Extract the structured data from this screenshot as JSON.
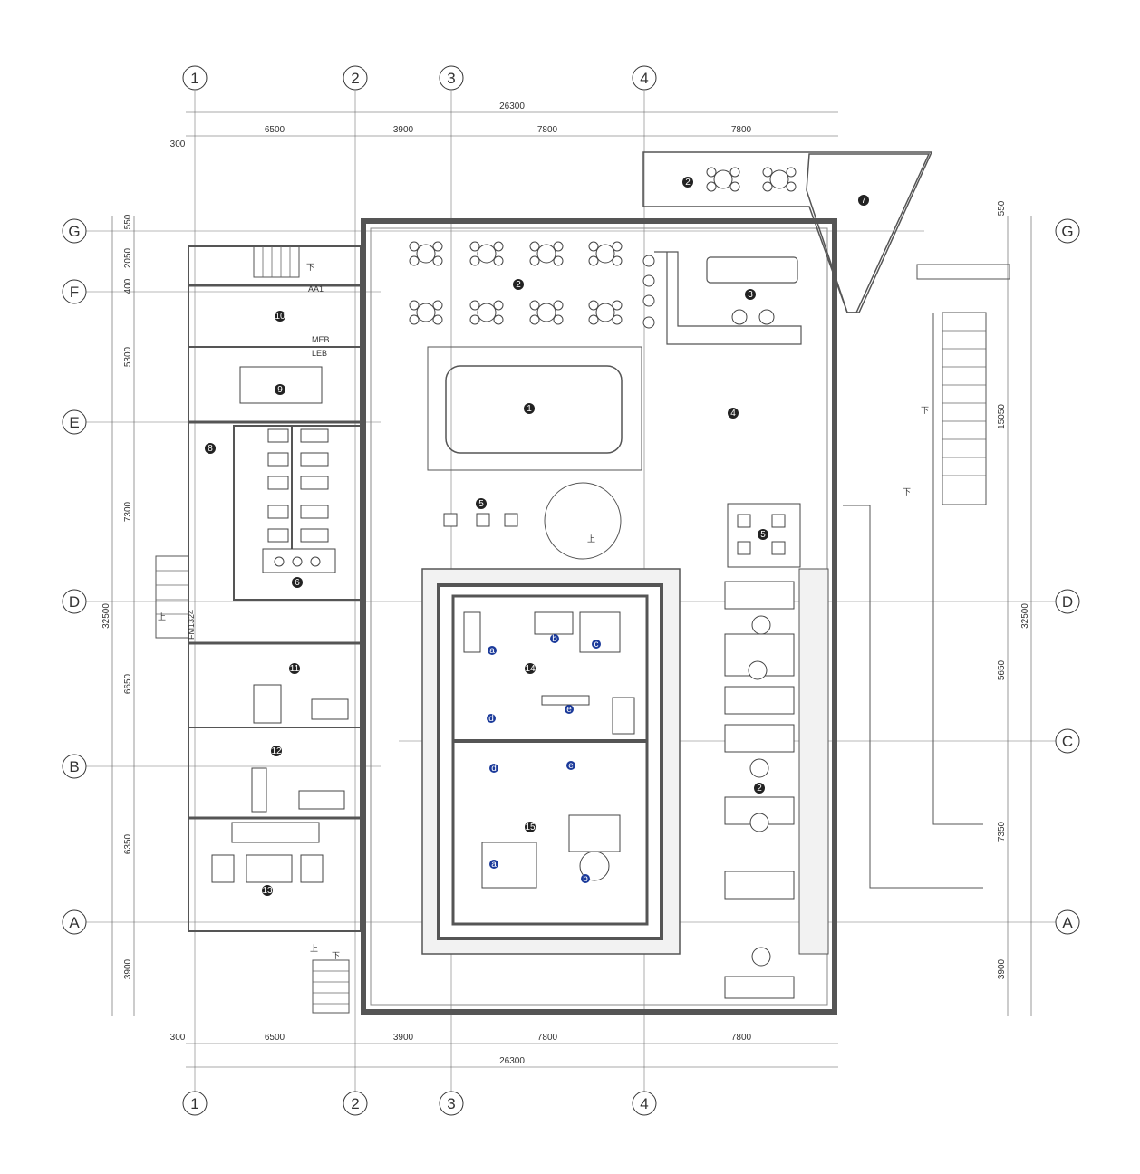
{
  "axes_h": [
    "1",
    "2",
    "3",
    "4"
  ],
  "axes_v": [
    "G",
    "F",
    "E",
    "D",
    "C",
    "B",
    "A"
  ],
  "dims_top_total": "26300",
  "dims_top": [
    "300",
    "6500",
    "3900",
    "7800",
    "7800"
  ],
  "dims_bottom_total": "26300",
  "dims_bottom": [
    "300",
    "6500",
    "3900",
    "7800",
    "7800"
  ],
  "dims_left_total": "32500",
  "dims_left": [
    "550",
    "2050",
    "400",
    "5300",
    "7300",
    "6650",
    "6350",
    "3900"
  ],
  "dims_right_total": "32500",
  "dims_right": [
    "550",
    "15050",
    "5650",
    "7350",
    "3900"
  ],
  "room_markers": [
    "1",
    "2",
    "2",
    "2",
    "3",
    "4",
    "5",
    "5",
    "6",
    "7",
    "8",
    "9",
    "10",
    "11",
    "12",
    "13",
    "14",
    "15"
  ],
  "sub_markers": [
    "a",
    "b",
    "c",
    "d",
    "e",
    "d",
    "e",
    "a",
    "b"
  ],
  "stair_down": "下",
  "stair_up": "上",
  "labels": [
    "AA1",
    "MEB",
    "LEB",
    "FM1324"
  ],
  "colors": {
    "wall": "#555555",
    "line": "#333333",
    "marker": "#222222",
    "sub_marker": "#1b3a9a",
    "grid": "#666666"
  }
}
